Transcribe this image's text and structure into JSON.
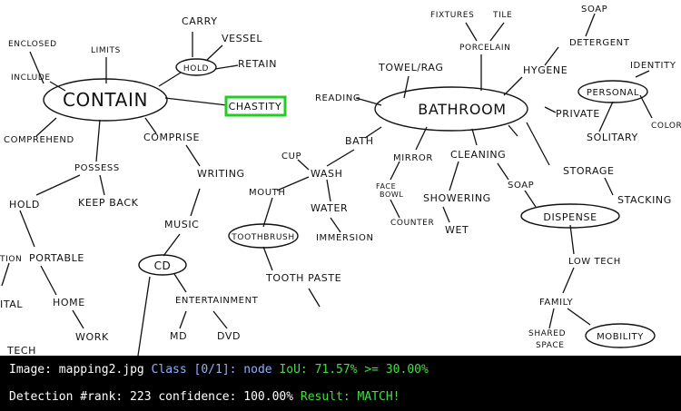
{
  "image_view": {
    "labels": {
      "contain": "CONTAIN",
      "chastity": "CHASTITY",
      "bathroom": "BATHROOM",
      "carry": "CARRY",
      "vessel": "VESSEL",
      "hold_top": "HOLD",
      "retain": "RETAIN",
      "limits": "LIMITS",
      "enclosed": "ENCLOSED",
      "include": "INCLUDE",
      "comprehend": "COMPREHEND",
      "comprise": "COMPRISE",
      "possess": "POSSESS",
      "hold_left": "HOLD",
      "keep_back": "KEEP BACK",
      "portable": "PORTABLE",
      "tion": "TION",
      "ital": "ITAL",
      "home": "HOME",
      "work": "WORK",
      "tech_left": "TECH",
      "writing": "WRITING",
      "music": "MUSIC",
      "cd": "CD",
      "entertainment": "ENTERTAINMENT",
      "md": "MD",
      "dvd": "DVD",
      "cup": "CUP",
      "wash": "WASH",
      "mouth": "MOUTH",
      "water": "WATER",
      "immersion": "IMMERSION",
      "toothbrush": "TOOTHBRUSH",
      "toothpaste": "TOOTH PASTE",
      "bath": "BATH",
      "reading": "READING",
      "towel": "TOWEL/RAG",
      "fixtures": "FIXTURES",
      "tile": "TILE",
      "porcelain": "PORCELAIN",
      "hygiene": "HYGENE",
      "soap_top": "SOAP",
      "detergent": "DETERGENT",
      "identity": "IDENTITY",
      "personal": "PERSONAL",
      "color": "COLOR",
      "private": "PRIVATE",
      "solitary": "SOLITARY",
      "mirror": "MIRROR",
      "cleaning": "CLEANING",
      "face_bowl_1": "FACE",
      "face_bowl_2": "BOWL",
      "counter": "COUNTER",
      "showering": "SHOWERING",
      "wet": "WET",
      "soap_mid": "SOAP",
      "storage": "STORAGE",
      "stacking": "STACKING",
      "dispense": "DISPENSE",
      "low_tech": "LOW TECH",
      "family": "FAMILY",
      "shared": "SHARED",
      "space": "SPACE",
      "mobility": "MOBILITY"
    },
    "highlight_color": "#22cc22"
  },
  "status": {
    "image_label": "Image:",
    "image_name": "mapping2.jpg",
    "class_text": "Class [0/1]:",
    "class_name": "node",
    "iou_text": "IoU: 71.57% >= 30.00%",
    "detection_text": "Detection #rank: 223 confidence: 100.00%",
    "result_text": "Result: MATCH!",
    "colors": {
      "white": "#ffffff",
      "blue": "#8fb0ff",
      "green": "#44dd44"
    }
  }
}
